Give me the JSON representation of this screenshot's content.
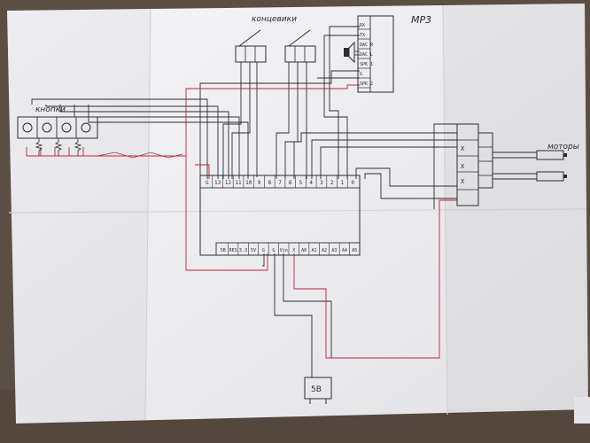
{
  "labels": {
    "limit_switches": "концевики",
    "mp3": "MP3",
    "buttons": "кнопки",
    "motors": "моторы",
    "power": "5В"
  },
  "mp3_pins": [
    "RX",
    "TX",
    "DAC R",
    "DAC L",
    "SPK 1",
    "G",
    "SPK 2"
  ],
  "arduino_top_pins": [
    "G",
    "13",
    "12",
    "11",
    "10",
    "9",
    "8",
    "7",
    "6",
    "5",
    "4",
    "3",
    "2",
    "1",
    "0"
  ],
  "arduino_bottom_pins": [
    "5В",
    "RES",
    "3.3",
    "5V",
    "G",
    "G",
    "Vin",
    "X",
    "A0",
    "A1",
    "A2",
    "A3",
    "A4",
    "A5"
  ],
  "driver_pins": [
    "X",
    "X",
    "X"
  ],
  "colors": {
    "paper": "#f3f3f5",
    "ink": "#2b2b33",
    "red": "#b8263a",
    "table": "#5b4e44"
  }
}
